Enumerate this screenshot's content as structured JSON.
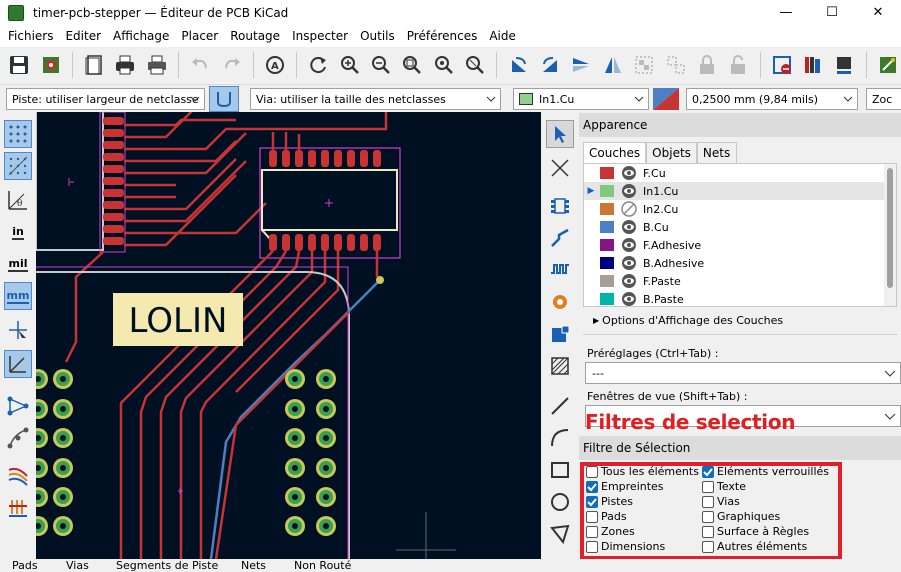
{
  "window": {
    "title": "timer-pcb-stepper — Éditeur de PCB KiCad",
    "minimize": "—",
    "maximize": "☐",
    "close": "✕"
  },
  "menu": [
    "Fichiers",
    "Editer",
    "Affichage",
    "Placer",
    "Routage",
    "Inspecter",
    "Outils",
    "Préférences",
    "Aide"
  ],
  "options": {
    "track_width": "Piste: utiliser largeur de netclasse",
    "via_size": "Via: utiliser la taille des netclasses",
    "layer": "In1.Cu",
    "layer_color": "#8fd18f",
    "grid": "0,2500 mm (9,84 mils)",
    "zoom": "Zoc"
  },
  "canvas": {
    "silk_label": "LOLIN"
  },
  "panel": {
    "appearance_title": "Apparence",
    "tabs": [
      "Couches",
      "Objets",
      "Nets"
    ],
    "layers": [
      {
        "name": "F.Cu",
        "color": "#c83434",
        "visible": true,
        "selected": false
      },
      {
        "name": "In1.Cu",
        "color": "#7fc97f",
        "visible": true,
        "selected": true
      },
      {
        "name": "In2.Cu",
        "color": "#c87832",
        "visible": false,
        "selected": false
      },
      {
        "name": "B.Cu",
        "color": "#4d7fc4",
        "visible": true,
        "selected": false
      },
      {
        "name": "F.Adhesive",
        "color": "#841584",
        "visible": true,
        "selected": false
      },
      {
        "name": "B.Adhesive",
        "color": "#000084",
        "visible": true,
        "selected": false
      },
      {
        "name": "F.Paste",
        "color": "#a89e98",
        "visible": true,
        "selected": false
      },
      {
        "name": "B.Paste",
        "color": "#00b5a5",
        "visible": true,
        "selected": false
      }
    ],
    "layer_options": "Options d'Affichage des Couches",
    "presets_label": "Préréglages (Ctrl+Tab) :",
    "presets_value": "---",
    "viewports_label": "Fenêtres de vue (Shift+Tab) :",
    "viewports_value": "",
    "annotation": "Filtres de selection",
    "selection_filter_title": "Filtre de Sélection",
    "filters": [
      {
        "label": "Tous les éléments",
        "checked": false
      },
      {
        "label": "Eléments verrouillés",
        "checked": true
      },
      {
        "label": "Empreintes",
        "checked": true
      },
      {
        "label": "Texte",
        "checked": false
      },
      {
        "label": "Pistes",
        "checked": true
      },
      {
        "label": "Vias",
        "checked": false
      },
      {
        "label": "Pads",
        "checked": false
      },
      {
        "label": "Graphiques",
        "checked": false
      },
      {
        "label": "Zones",
        "checked": false
      },
      {
        "label": "Surface à Règles",
        "checked": false
      },
      {
        "label": "Dimensions",
        "checked": false
      },
      {
        "label": "Autres éléments",
        "checked": false
      }
    ]
  },
  "lefttool": {
    "in_label": "in",
    "mil_label": "mil",
    "mm_label": "mm"
  },
  "status": [
    "Pads",
    "Vias",
    "Segments de Piste",
    "Nets",
    "Non Routé"
  ]
}
